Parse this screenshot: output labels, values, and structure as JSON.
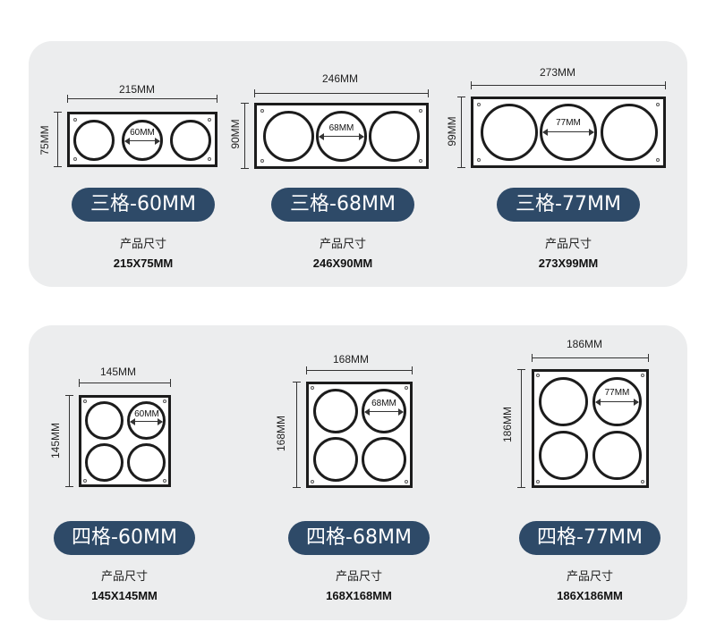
{
  "size_caption": "产品尺寸",
  "colors": {
    "panel": "#ecedee",
    "pill": "#2e4a68",
    "line": "#1c1c1c"
  },
  "top_row": [
    {
      "width_label": "215MM",
      "height_label": "75MM",
      "hole_label": "60MM",
      "pill": "三格-60MM",
      "size": "215X75MM"
    },
    {
      "width_label": "246MM",
      "height_label": "90MM",
      "hole_label": "68MM",
      "pill": "三格-68MM",
      "size": "246X90MM"
    },
    {
      "width_label": "273MM",
      "height_label": "99MM",
      "hole_label": "77MM",
      "pill": "三格-77MM",
      "size": "273X99MM"
    }
  ],
  "bottom_row": [
    {
      "width_label": "145MM",
      "height_label": "145MM",
      "hole_label": "60MM",
      "pill": "四格-60MM",
      "size": "145X145MM"
    },
    {
      "width_label": "168MM",
      "height_label": "168MM",
      "hole_label": "68MM",
      "pill": "四格-68MM",
      "size": "168X168MM"
    },
    {
      "width_label": "186MM",
      "height_label": "186MM",
      "hole_label": "77MM",
      "pill": "四格-77MM",
      "size": "186X186MM"
    }
  ]
}
